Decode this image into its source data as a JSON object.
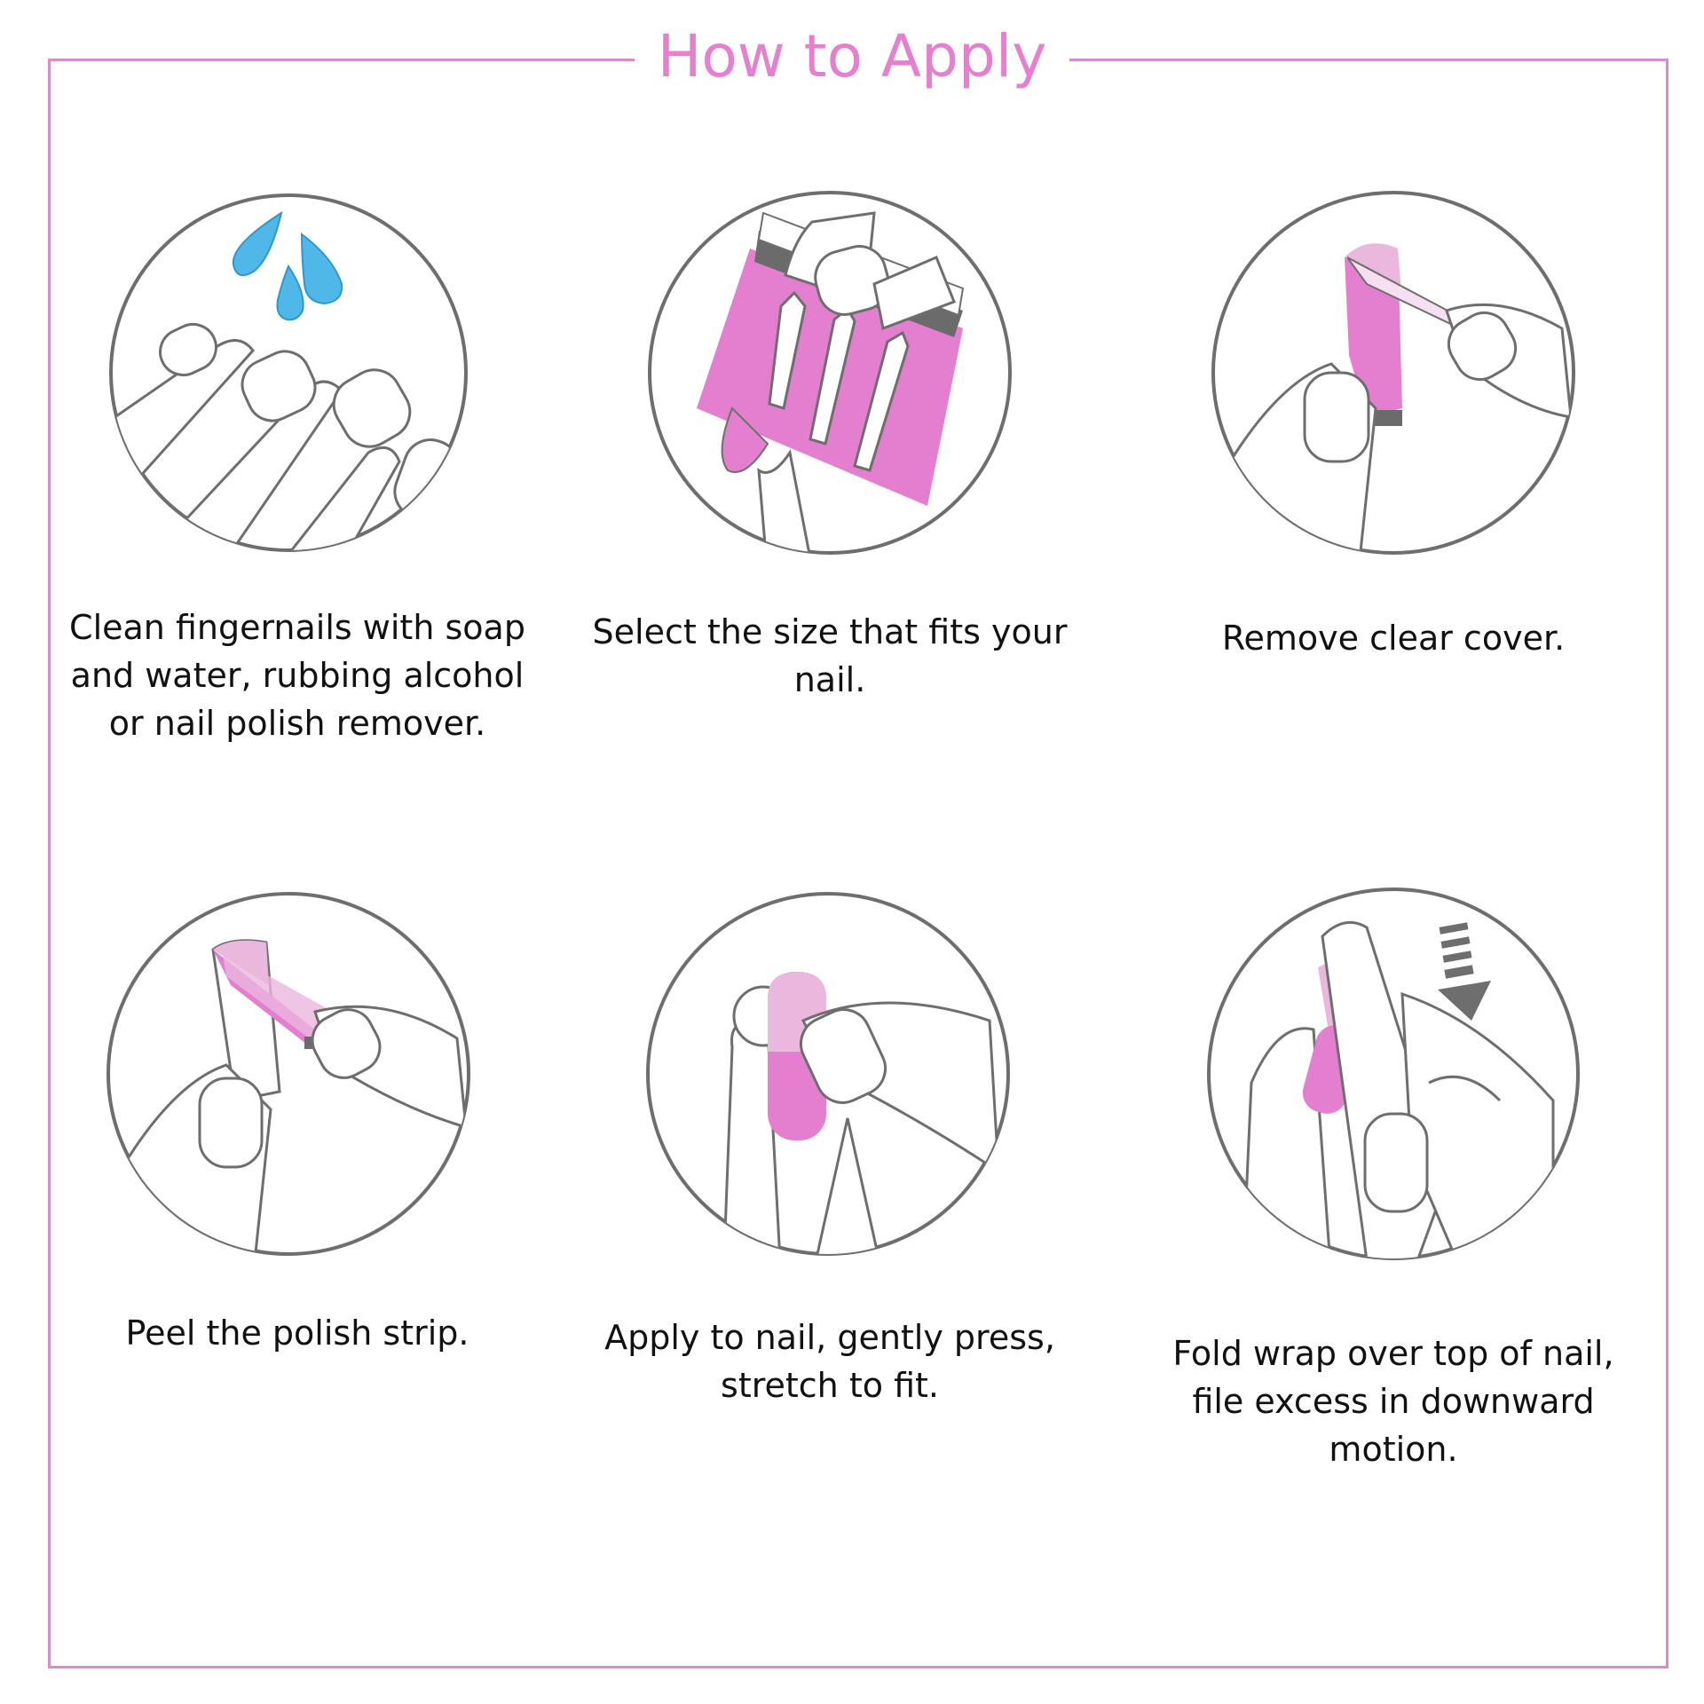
{
  "title": "How to Apply",
  "colors": {
    "frame": "#d98bd0",
    "title": "#e67fd0",
    "polish": "#e47fd0",
    "polish_light": "#eab7dd",
    "water": "#4fb8e8",
    "outline": "#6e6e6e"
  },
  "steps": [
    {
      "caption": "Clean fingernails with soap and water, rubbing alcohol or nail polish remover.",
      "icon": "water-drops-fingers-icon"
    },
    {
      "caption": "Select the size that fits your nail.",
      "icon": "polish-strip-sheet-icon"
    },
    {
      "caption": "Remove clear cover.",
      "icon": "remove-cover-icon"
    },
    {
      "caption": "Peel the polish strip.",
      "icon": "peel-strip-icon"
    },
    {
      "caption": "Apply to nail, gently press, stretch to fit.",
      "icon": "apply-press-icon"
    },
    {
      "caption": "Fold wrap over top of nail, file excess in downward motion.",
      "icon": "file-downward-icon"
    }
  ]
}
